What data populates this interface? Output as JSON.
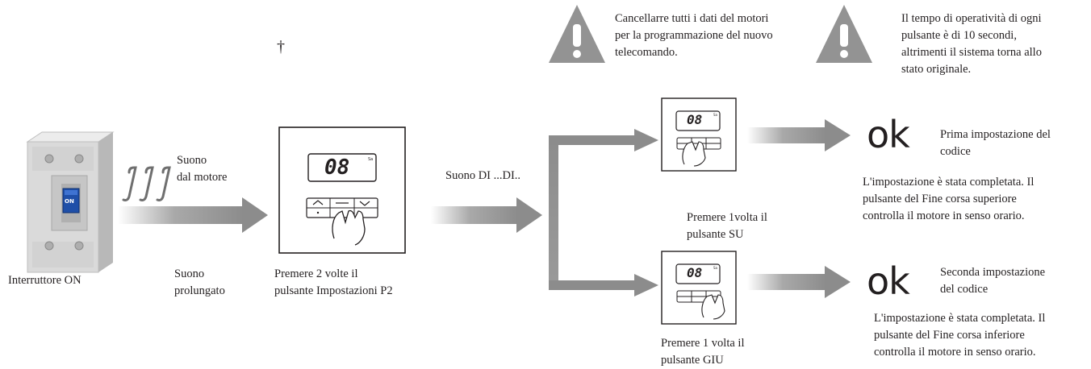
{
  "warnings": {
    "left": [
      "Cancellarre tutti i dati del motori",
      "per la programmazione del nuovo",
      "telecomando."
    ],
    "right": [
      "Il tempo di operatività di ogni",
      "pulsante è di 10 secondi,",
      "altrimenti il sistema torna allo",
      "stato originale."
    ]
  },
  "dagger": "†",
  "switch": {
    "label": "Interruttore ON",
    "badge": "ON"
  },
  "sound_motor": [
    "Suono",
    "dal motore"
  ],
  "sound_long": [
    "Suono",
    "prolungato"
  ],
  "remote_main": {
    "display": "08",
    "caption": [
      "Premere 2 volte il",
      "pulsante Impostazioni P2"
    ]
  },
  "sound_didi": "Suono DI ...DI..",
  "step_up": {
    "display": "08",
    "caption": [
      "Premere 1volta il",
      "pulsante SU"
    ]
  },
  "step_down": {
    "display": "08",
    "caption": [
      "Premere 1 volta il",
      "pulsante GIU"
    ]
  },
  "result_first": {
    "ok": "ok",
    "title": [
      "Prima impostazione del",
      "codice"
    ],
    "desc": [
      "L'impostazione è stata completata. Il",
      "pulsante del Fine corsa superiore",
      "controlla il motore in senso orario."
    ]
  },
  "result_second": {
    "ok": "ok",
    "title": [
      "Seconda impostazione",
      "del codice"
    ],
    "desc": [
      "L'impostazione è stata completata. Il",
      "pulsante del Fine corsa inferiore",
      "controlla il motore in senso orario."
    ]
  },
  "colors": {
    "arrow": "#8c8c8c",
    "warning": "#939393",
    "switch_body": "#d7d7d7",
    "switch_knob": "#1f4fa8",
    "text": "#231f20"
  }
}
